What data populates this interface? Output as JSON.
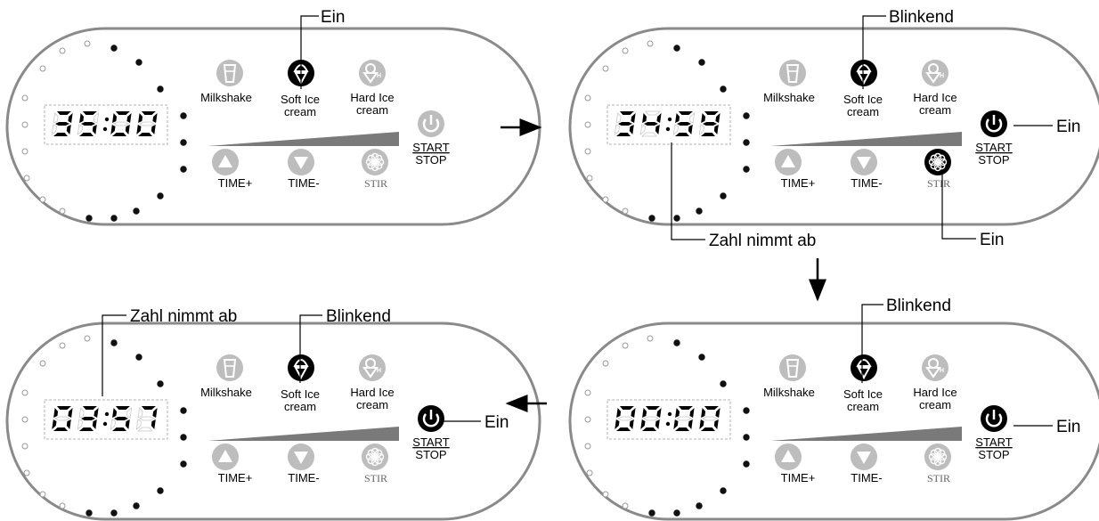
{
  "panels": [
    {
      "id": "panel-1",
      "display": "35:00",
      "buttons": {
        "milkshake": {
          "label": "Milkshake",
          "state": "off"
        },
        "soft_ice": {
          "label_1": "Soft Ice",
          "label_2": "cream",
          "state": "on"
        },
        "hard_ice": {
          "label_1": "Hard Ice",
          "label_2": "cream",
          "state": "off"
        },
        "time_plus": {
          "label": "TIME+"
        },
        "time_minus": {
          "label": "TIME-"
        },
        "stir": {
          "label": "STIR",
          "state": "off"
        },
        "start_stop": {
          "label_1": "START",
          "label_2": "STOP",
          "state": "off"
        }
      }
    },
    {
      "id": "panel-2",
      "display": "34:59",
      "buttons": {
        "milkshake": {
          "label": "Milkshake",
          "state": "off"
        },
        "soft_ice": {
          "label_1": "Soft Ice",
          "label_2": "cream",
          "state": "on"
        },
        "hard_ice": {
          "label_1": "Hard Ice",
          "label_2": "cream",
          "state": "off"
        },
        "time_plus": {
          "label": "TIME+"
        },
        "time_minus": {
          "label": "TIME-"
        },
        "stir": {
          "label": "STIR",
          "state": "on"
        },
        "start_stop": {
          "label_1": "START",
          "label_2": "STOP",
          "state": "on"
        }
      }
    },
    {
      "id": "panel-3",
      "display": "03:57",
      "buttons": {
        "milkshake": {
          "label": "Milkshake",
          "state": "off"
        },
        "soft_ice": {
          "label_1": "Soft Ice",
          "label_2": "cream",
          "state": "on"
        },
        "hard_ice": {
          "label_1": "Hard Ice",
          "label_2": "cream",
          "state": "off"
        },
        "time_plus": {
          "label": "TIME+"
        },
        "time_minus": {
          "label": "TIME-"
        },
        "stir": {
          "label": "STIR",
          "state": "off"
        },
        "start_stop": {
          "label_1": "START",
          "label_2": "STOP",
          "state": "on"
        }
      }
    },
    {
      "id": "panel-4",
      "display": "00:00",
      "buttons": {
        "milkshake": {
          "label": "Milkshake",
          "state": "off"
        },
        "soft_ice": {
          "label_1": "Soft Ice",
          "label_2": "cream",
          "state": "on"
        },
        "hard_ice": {
          "label_1": "Hard Ice",
          "label_2": "cream",
          "state": "off"
        },
        "time_plus": {
          "label": "TIME+"
        },
        "time_minus": {
          "label": "TIME-"
        },
        "stir": {
          "label": "STIR",
          "state": "off"
        },
        "start_stop": {
          "label_1": "START",
          "label_2": "STOP",
          "state": "on"
        }
      }
    }
  ],
  "annotations": {
    "p1_soft": "Ein",
    "p2_soft": "Blinkend",
    "p2_start": "Ein",
    "p2_display": "Zahl nimmt ab",
    "p2_stir": "Ein",
    "p3_display": "Zahl nimmt ab",
    "p3_soft": "Blinkend",
    "p3_start": "Ein",
    "p4_soft": "Blinkend",
    "p4_start": "Ein"
  },
  "colors": {
    "panel_border": "#8a8a8a",
    "button_off": "#bdbdbd",
    "button_on": "#000000",
    "segment_on": "#000000",
    "segment_off": "#c8c8c8",
    "wedge": "#7a7a7a"
  },
  "icons": {
    "milkshake": "milkshake-cup-icon",
    "soft_ice": "soft-ice-cone-icon",
    "hard_ice": "hard-ice-cup-icon",
    "time_plus": "triangle-up-icon",
    "time_minus": "triangle-down-icon",
    "stir": "stir-flower-icon",
    "start_stop": "power-icon"
  }
}
